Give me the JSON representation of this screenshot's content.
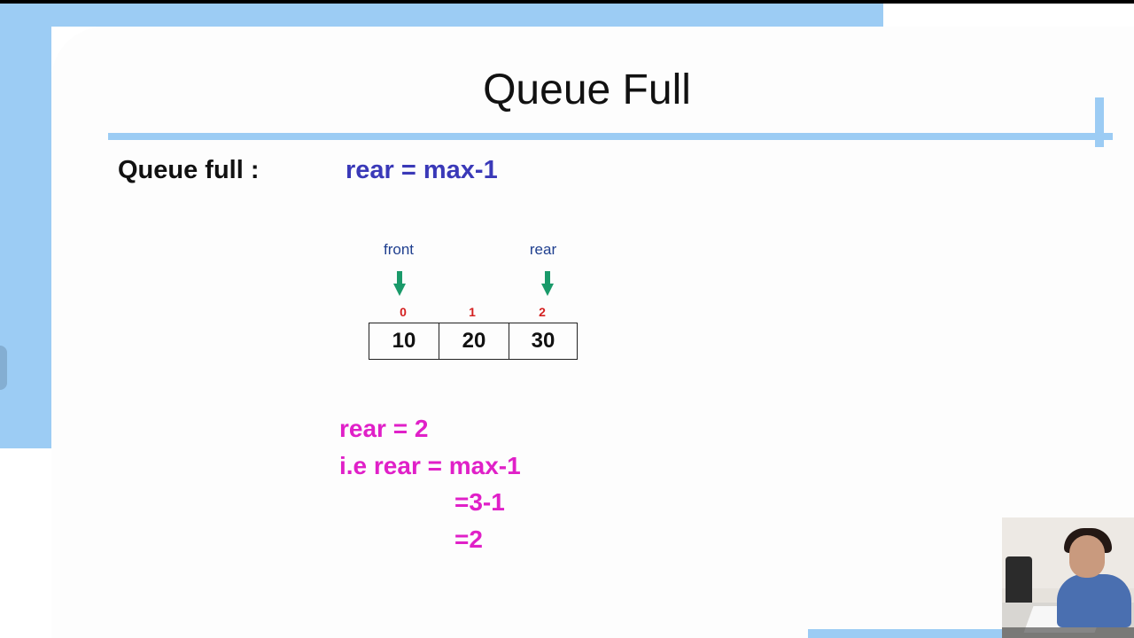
{
  "slide": {
    "title": "Queue Full",
    "condition_label": "Queue full :",
    "condition_expr": "rear = max-1"
  },
  "diagram": {
    "front_label": "front",
    "rear_label": "rear",
    "arrow_color": "#1a9a6a",
    "indices": [
      "0",
      "1",
      "2"
    ],
    "cells": [
      "10",
      "20",
      "30"
    ]
  },
  "calculation": {
    "line1": "rear = 2",
    "line2": "i.e rear = max-1",
    "line3": "=3-1",
    "line4": "=2"
  },
  "colors": {
    "accent_blue": "#9cccf4",
    "condition_blue": "#3a39b8",
    "calc_magenta": "#e020c8",
    "index_red": "#d42020"
  }
}
